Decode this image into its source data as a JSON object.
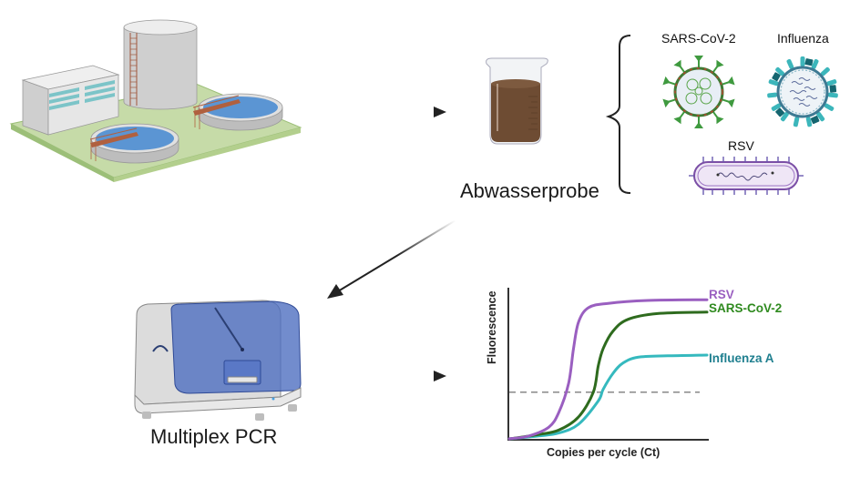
{
  "labels": {
    "sample": "Abwasserprobe",
    "pcr": "Multiplex PCR"
  },
  "illustrations": {
    "treatment_plant": "wastewater-treatment-plant",
    "beaker": "beaker-with-wastewater",
    "pcr_machine": "pcr-thermocycler"
  },
  "viruses": [
    {
      "name": "SARS-CoV-2",
      "color": "#3f9a3f"
    },
    {
      "name": "Influenza",
      "color": "#2aa8ad"
    },
    {
      "name": "RSV",
      "color": "#7b4fa6"
    }
  ],
  "colors": {
    "rsv": "#9a5fc0",
    "sars": "#2e6b1e",
    "flu": "#35b9be",
    "sars_label": "#2f8a1f",
    "flu_label": "#1f7f8f",
    "threshold": "#888888"
  },
  "chart_data": {
    "type": "line",
    "title": "",
    "xlabel": "Copies per cycle (Ct)",
    "ylabel": "Fluorescence",
    "xlim": [
      0,
      40
    ],
    "ylim": [
      0,
      1
    ],
    "grid": false,
    "legend_placement": "right (inline labels at line ends)",
    "threshold": 0.32,
    "series": [
      {
        "name": "RSV",
        "key": "rsv",
        "x": [
          0,
          4,
          8,
          10,
          12,
          13,
          14,
          16,
          20,
          28,
          40
        ],
        "y": [
          0.0,
          0.02,
          0.08,
          0.18,
          0.38,
          0.62,
          0.8,
          0.9,
          0.93,
          0.95,
          0.955
        ]
      },
      {
        "name": "SARS-CoV-2",
        "key": "sars",
        "x": [
          0,
          6,
          10,
          14,
          17,
          18,
          19,
          21,
          24,
          30,
          40
        ],
        "y": [
          0.0,
          0.03,
          0.06,
          0.15,
          0.32,
          0.5,
          0.62,
          0.74,
          0.82,
          0.86,
          0.87
        ]
      },
      {
        "name": "Influenza A",
        "key": "flu",
        "x": [
          0,
          6,
          10,
          14,
          18,
          19,
          21,
          23,
          26,
          32,
          40
        ],
        "y": [
          0.0,
          0.02,
          0.04,
          0.1,
          0.26,
          0.34,
          0.45,
          0.52,
          0.56,
          0.57,
          0.575
        ]
      }
    ]
  }
}
